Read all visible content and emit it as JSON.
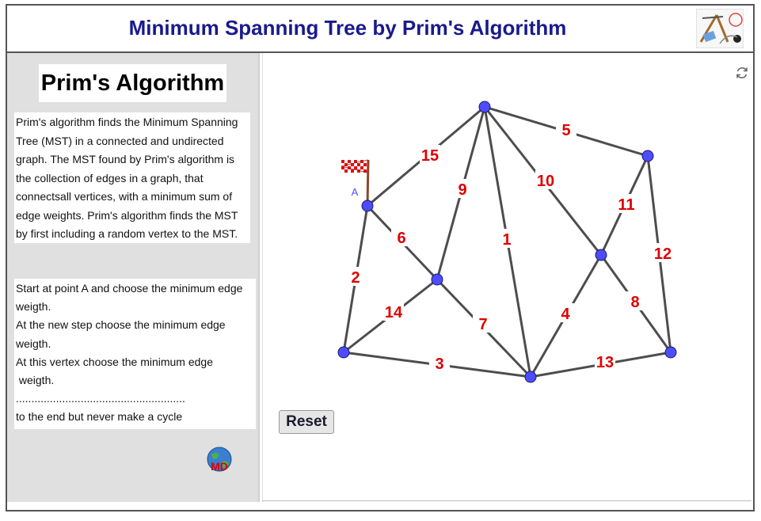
{
  "header": {
    "title": "Minimum Spanning Tree by Prim's Algorithm",
    "logo_icon": "geometry-tools-icon"
  },
  "sidebar": {
    "heading": "Prim's Algorithm",
    "description": "Prim's algorithm finds the Minimum Spanning Tree (MST) in a connected and undirected graph. The MST found by Prim's algorithm is the collection of edges in a graph, that connectsall vertices, with a minimum sum of edge weights. Prim's algorithm finds the MST by first including a random vertex to the MST.",
    "steps": [
      "Start at point A and choose the minimum edge",
      "weigth.",
      "At the new step choose the minimum edge",
      "weigth.",
      "At this vertex choose the minimum edge",
      " weigth.",
      ".......................................................",
      "to the end but never make a cycle"
    ],
    "author_badge": "MD",
    "globe_icon": "globe-icon"
  },
  "graph": {
    "start_label": "A",
    "flag_icon": "checkered-flag-icon",
    "edge_labels": [
      "15",
      "5",
      "9",
      "10",
      "11",
      "6",
      "1",
      "12",
      "2",
      "8",
      "14",
      "7",
      "4",
      "3",
      "13"
    ],
    "colors": {
      "vertex": "#4d4dff",
      "edge": "#4d4d4d",
      "weight": "#e00000",
      "label": "#4d4dff"
    }
  },
  "controls": {
    "reset_label": "Reset",
    "refresh_icon": "refresh-icon"
  }
}
